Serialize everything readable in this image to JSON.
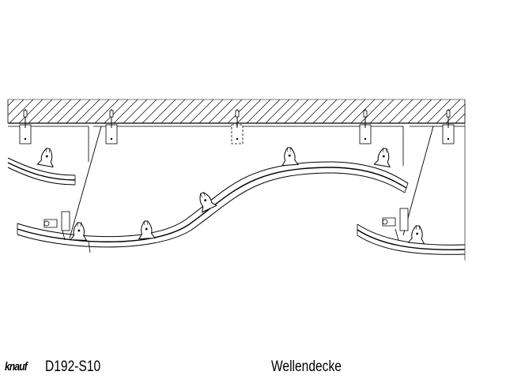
{
  "footer": {
    "logo": "knauf",
    "drawing_code": "D192-S10",
    "title": "Wellendecke"
  },
  "colors": {
    "ink": "#000000",
    "paper": "#ffffff"
  }
}
